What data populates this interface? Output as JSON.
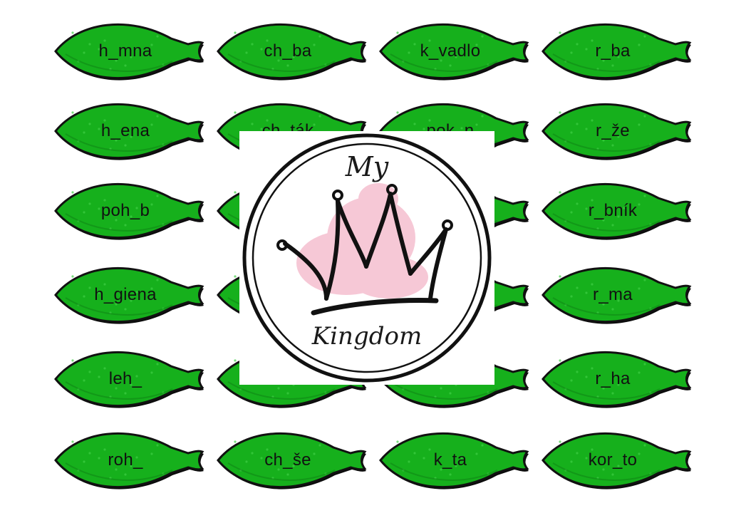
{
  "colors": {
    "leaf_fill": "#16b01c",
    "leaf_stroke": "#111111",
    "crown_blush": "#f3b6c9",
    "crown_stroke": "#111111"
  },
  "leaves": [
    [
      "h_mna",
      "ch_ba",
      "k_vadlo",
      "r_ba"
    ],
    [
      "h_ena",
      "ch_ták",
      "pok_n",
      "r_že"
    ],
    [
      "poh_b",
      "",
      "",
      "r_bník"
    ],
    [
      "h_giena",
      "",
      "",
      "r_ma"
    ],
    [
      "leh_",
      "",
      "",
      "r_ha"
    ],
    [
      "roh_",
      "ch_še",
      "k_ta",
      "kor_to"
    ]
  ],
  "logo": {
    "top_text": "My",
    "bottom_text": "Kingdom",
    "icon": "crown-icon"
  }
}
